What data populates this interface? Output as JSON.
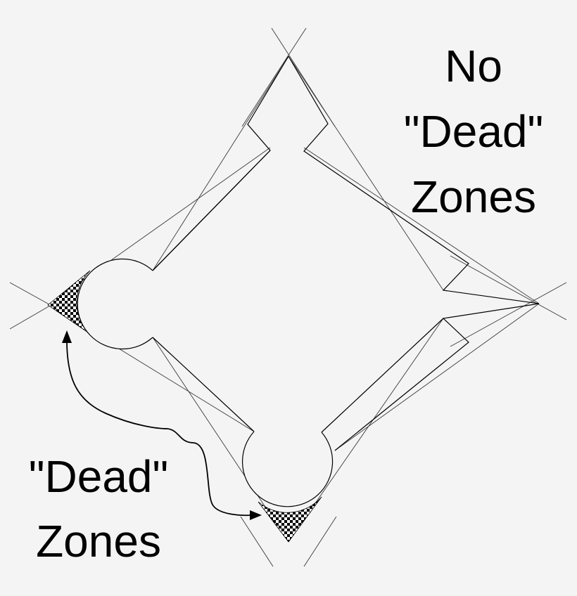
{
  "labels": {
    "no_dead_zones": {
      "line1": "No",
      "line2": "\"Dead\"",
      "line3": "Zones"
    },
    "dead_zones": {
      "line1": "\"Dead\"",
      "line2": "Zones"
    }
  },
  "colors": {
    "background": "#f4f4f4",
    "stroke": "#000000",
    "fill": "#ffffff"
  }
}
